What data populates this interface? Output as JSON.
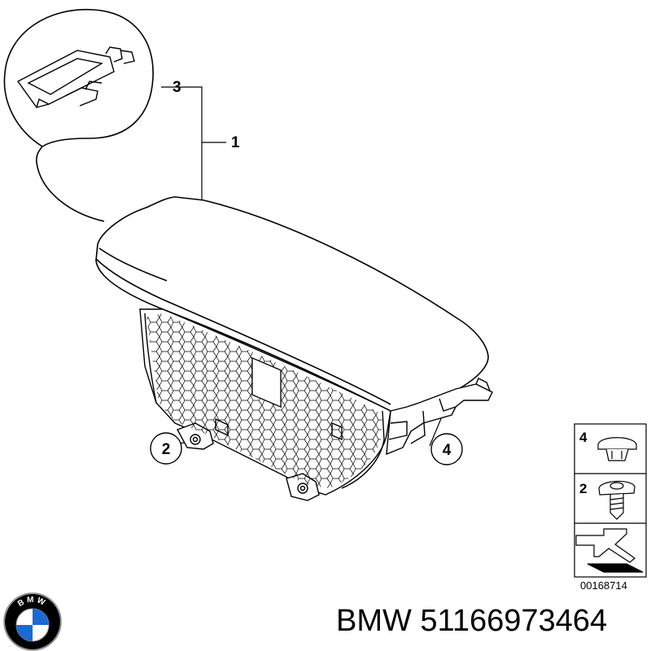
{
  "callouts": {
    "part_1": "1",
    "part_2": "2",
    "part_3": "3",
    "part_4": "4"
  },
  "legend": {
    "item_top": "4",
    "item_middle": "2"
  },
  "reference_number": "00168714",
  "brand": {
    "logo_letters": "BMW",
    "caption": "BMW 51166973464"
  },
  "colors": {
    "line": "#000000",
    "background": "#ffffff",
    "logo_blue": "#1c69d4",
    "logo_ring": "#000000"
  }
}
